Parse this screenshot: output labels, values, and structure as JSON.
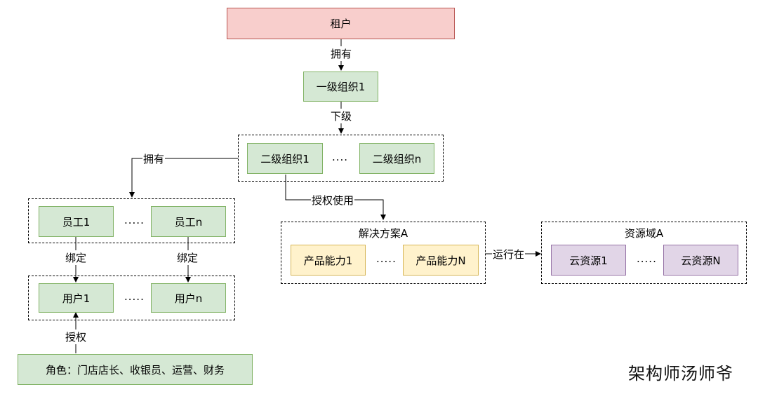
{
  "nodes": {
    "tenant": "租户",
    "org1": "一级组织1",
    "org2_1": "二级组织1",
    "org2_n": "二级组织n",
    "emp1": "员工1",
    "empn": "员工n",
    "user1": "用户1",
    "usern": "用户n",
    "role": "角色：门店店长、收银员、运营、财务",
    "cap1": "产品能力1",
    "capn": "产品能力N",
    "res1": "云资源1",
    "resn": "云资源N"
  },
  "groups": {
    "solution": "解决方案A",
    "resource_domain": "资源域A"
  },
  "edges": {
    "owns_top": "拥有",
    "sub": "下级",
    "owns_left": "拥有",
    "auth_use": "授权使用",
    "bind1": "绑定",
    "bind2": "绑定",
    "authorize": "授权",
    "runs_on": "运行在"
  },
  "ellipsis": {
    "org2": "....",
    "emp": ".....",
    "user": ".....",
    "cap": ".....",
    "res": "....."
  },
  "watermark": "架构师汤师爷",
  "colors": {
    "tenant_fill": "#f8cecc",
    "org_fill": "#d5e8d4",
    "capability_fill": "#fff2cc",
    "resource_fill": "#e1d5e7"
  }
}
